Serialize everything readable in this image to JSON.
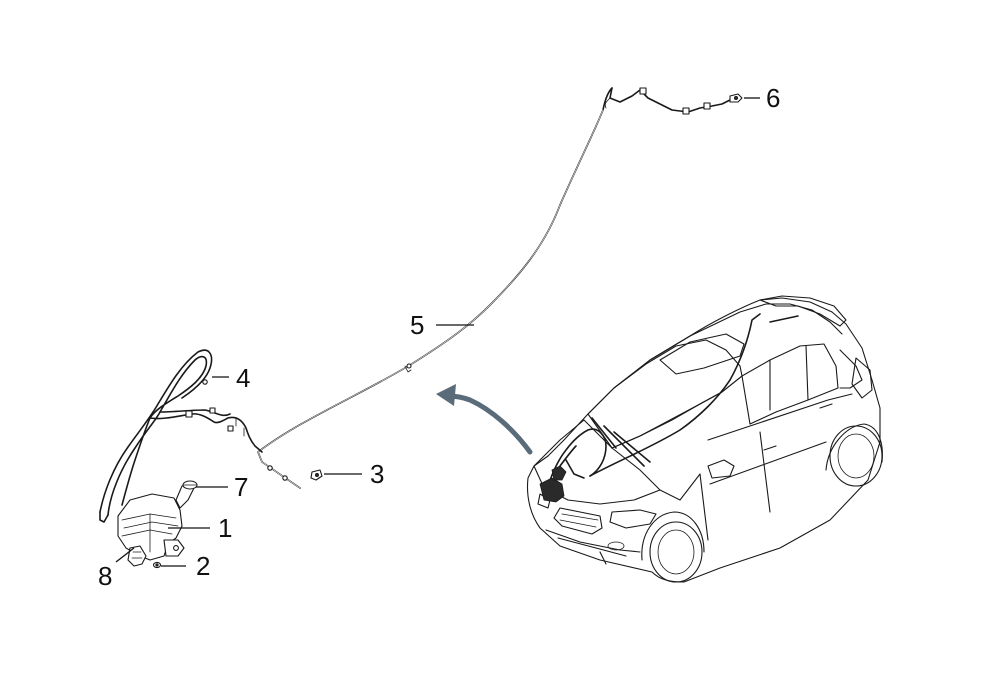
{
  "diagram": {
    "callouts": [
      {
        "id": "1",
        "label": "1"
      },
      {
        "id": "2",
        "label": "2"
      },
      {
        "id": "3",
        "label": "3"
      },
      {
        "id": "4",
        "label": "4"
      },
      {
        "id": "5",
        "label": "5"
      },
      {
        "id": "6",
        "label": "6"
      },
      {
        "id": "7",
        "label": "7"
      },
      {
        "id": "8",
        "label": "8"
      }
    ],
    "colors": {
      "line": "#1a1a1a",
      "arrow": "#5a6b7a",
      "background": "#ffffff"
    }
  }
}
